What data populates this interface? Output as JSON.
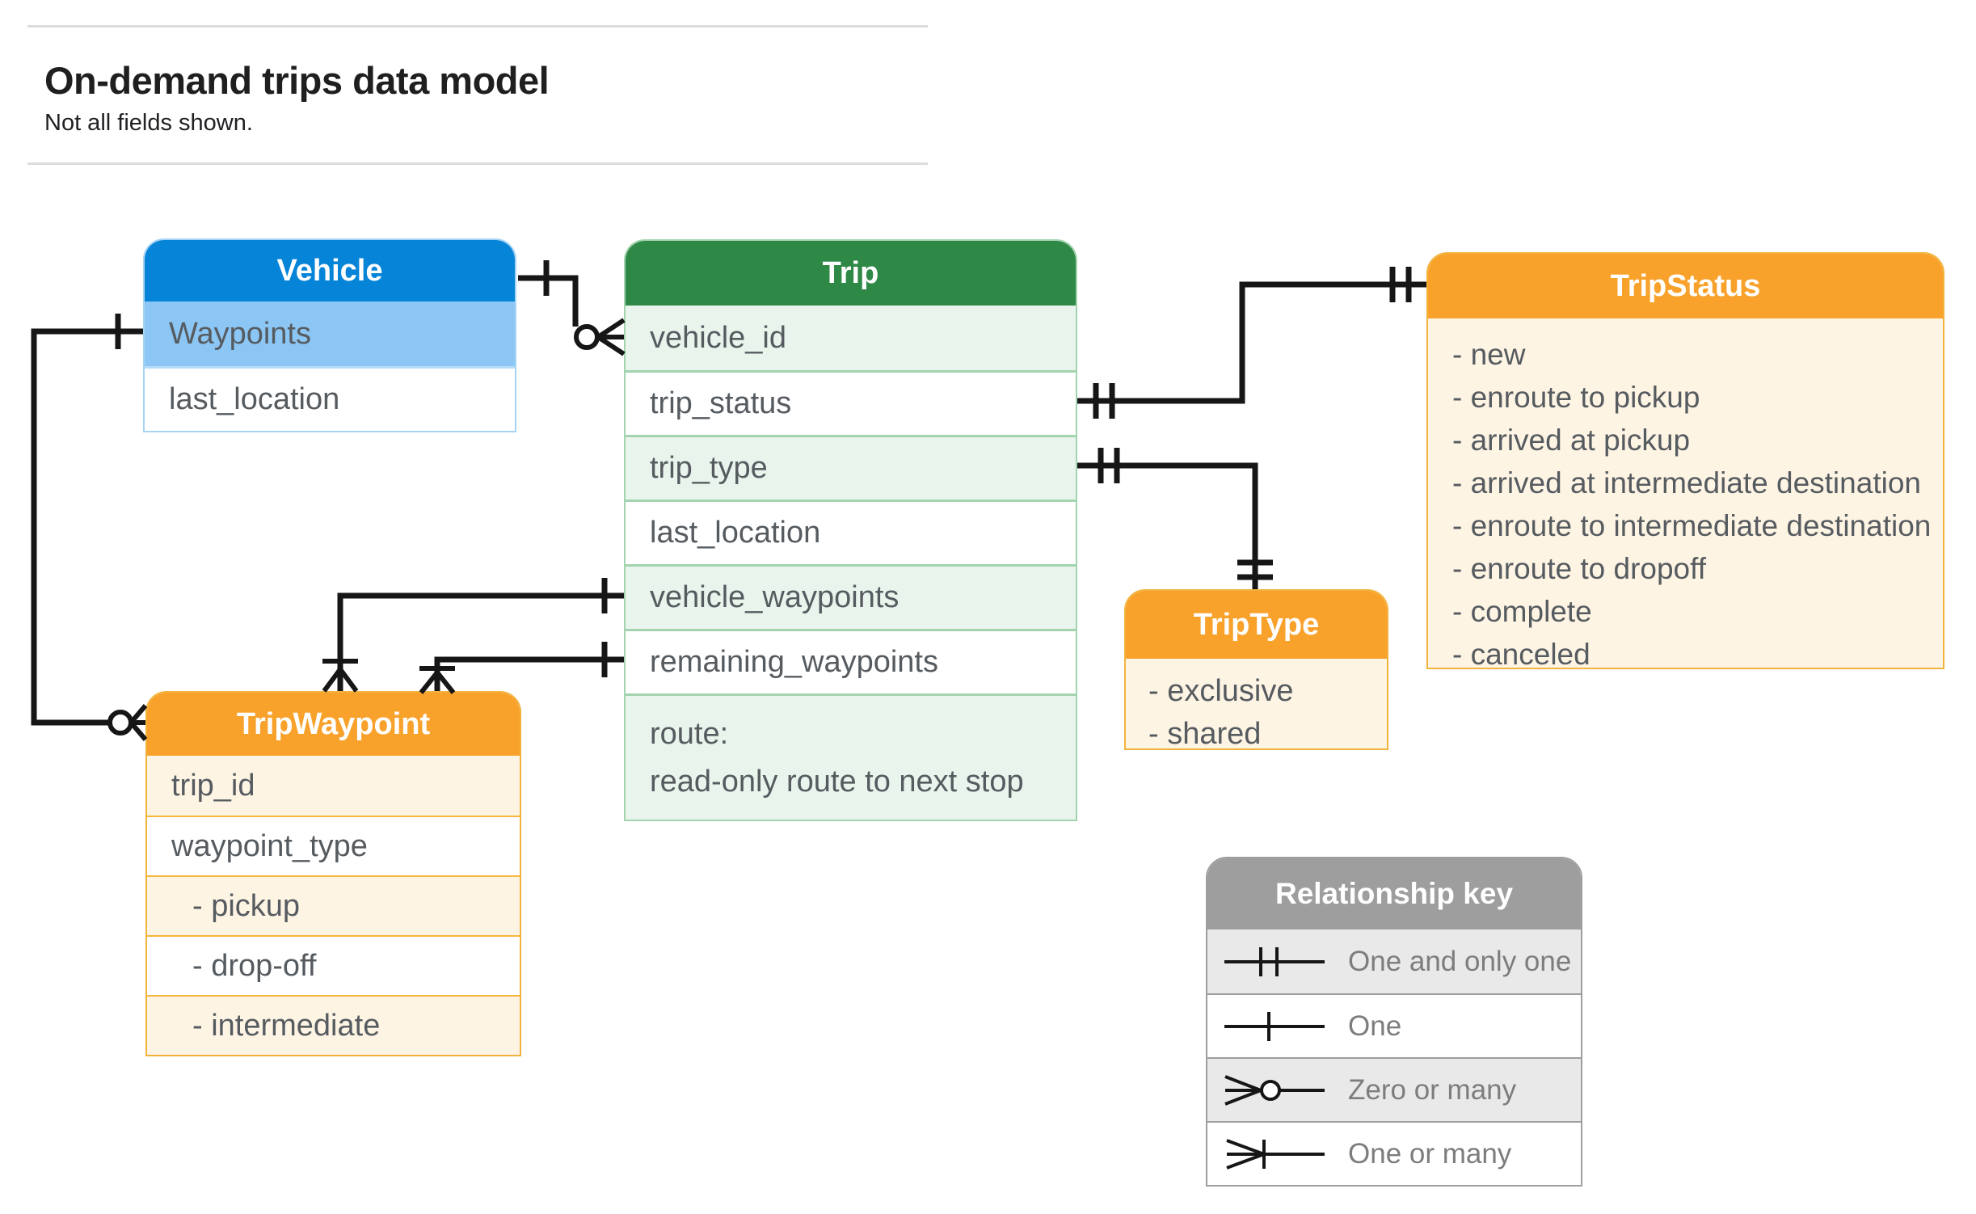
{
  "header": {
    "title": "On-demand trips data model",
    "subtitle": "Not all fields shown."
  },
  "entities": {
    "vehicle": {
      "title": "Vehicle",
      "fields": [
        "Waypoints",
        "last_location"
      ]
    },
    "trip": {
      "title": "Trip",
      "fields": [
        "vehicle_id",
        "trip_status",
        "trip_type",
        "last_location",
        "vehicle_waypoints",
        "remaining_waypoints"
      ],
      "route_lines": [
        "route:",
        "read-only route to next stop"
      ]
    },
    "trip_status": {
      "title": "TripStatus",
      "items": [
        "- new",
        "- enroute to pickup",
        "- arrived at pickup",
        "- arrived at intermediate destination",
        "- enroute to intermediate destination",
        "- enroute to dropoff",
        "- complete",
        "- canceled"
      ]
    },
    "trip_type": {
      "title": "TripType",
      "items": [
        "- exclusive",
        "- shared"
      ]
    },
    "trip_waypoint": {
      "title": "TripWaypoint",
      "rows": [
        "trip_id",
        "waypoint_type",
        "- pickup",
        "- drop-off",
        "- intermediate"
      ]
    }
  },
  "legend": {
    "title": "Relationship key",
    "rows": [
      {
        "icon": "one-and-only-one-icon",
        "label": "One and only one"
      },
      {
        "icon": "one-icon",
        "label": "One"
      },
      {
        "icon": "zero-or-many-icon",
        "label": "Zero or many"
      },
      {
        "icon": "one-or-many-icon",
        "label": "One or many"
      }
    ]
  },
  "colors": {
    "vehicle_header": "#0584d8",
    "vehicle_row_tint": "#8cc6f4",
    "trip_header": "#2e8947",
    "trip_row_tint": "#e9f4ec",
    "trip_border": "#a3d4af",
    "orange_header": "#f8a22c",
    "orange_row_tint": "#fef4e4",
    "orange_border": "#f2b33d",
    "key_header": "#9e9e9e",
    "key_row_tint": "#e9e9e9",
    "connector": "#161616"
  }
}
